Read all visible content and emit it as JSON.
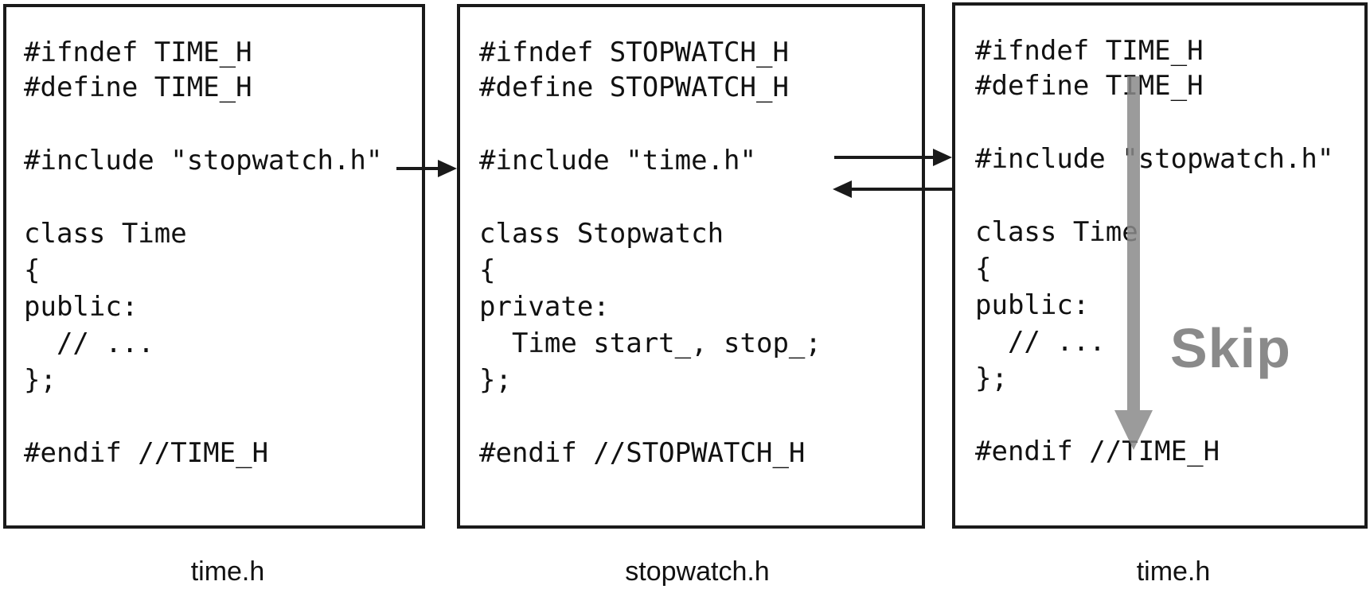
{
  "panels": [
    {
      "caption": "time.h",
      "lines": [
        "#ifndef TIME_H",
        "#define TIME_H",
        "#include \"stopwatch.h\"",
        "class Time",
        "{",
        "public:",
        "  // ...",
        "};",
        "#endif //TIME_H"
      ]
    },
    {
      "caption": "stopwatch.h",
      "lines": [
        "#ifndef STOPWATCH_H",
        "#define STOPWATCH_H",
        "#include \"time.h\"",
        "class Stopwatch",
        "{",
        "private:",
        "  Time start_, stop_;",
        "};",
        "#endif //STOPWATCH_H"
      ]
    },
    {
      "caption": "time.h",
      "lines": [
        "#ifndef TIME_H",
        "#define TIME_H",
        "#include \"stopwatch.h\"",
        "class Time",
        "{",
        "public:",
        "  // ...",
        "};",
        "#endif //TIME_H"
      ]
    }
  ],
  "skip_label": "Skip",
  "colors": {
    "border": "#1a1a1a",
    "text": "#111111",
    "skip": "#8a8a8a",
    "arrow": "#1a1a1a"
  }
}
